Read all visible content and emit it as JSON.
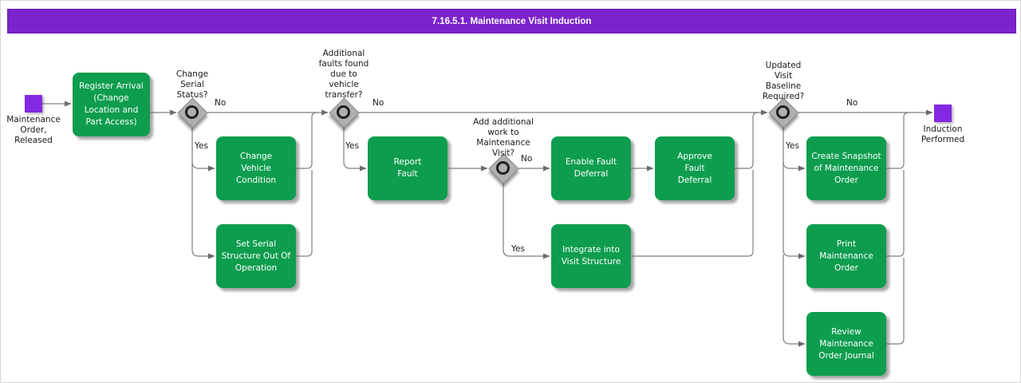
{
  "title": "7.16.5.1. Maintenance Visit Induction",
  "colors": {
    "title_bar_purple": "#7c23ce",
    "event_purple": "#8429e2",
    "activity_green": "#0e9d4e",
    "connector_gray": "#7f7f7f",
    "gateway_gray": "#b0b0b0"
  },
  "events": {
    "start": {
      "label": "Maintenance\nOrder,\nReleased"
    },
    "end": {
      "label": "Induction\nPerformed"
    }
  },
  "activities": {
    "register_arrival": {
      "label": "Register Arrival\n(Change\nLocation and\nPart Access)"
    },
    "change_vehicle_condition": {
      "label": "Change\nVehicle\nCondition"
    },
    "set_serial_structure": {
      "label": "Set Serial\nStructure Out Of\nOperation"
    },
    "report_fault": {
      "label": "Report\nFault"
    },
    "enable_fault_deferral": {
      "label": "Enable Fault\nDeferral"
    },
    "approve_fault_deferral": {
      "label": "Approve\nFault\nDeferral"
    },
    "integrate_into_visit_structure": {
      "label": "Integrate into\nVisit Structure"
    },
    "create_snapshot": {
      "label": "Create Snapshot\nof Maintenance\nOrder"
    },
    "print_maintenance_order": {
      "label": "Print\nMaintenance\nOrder"
    },
    "review_order_journal": {
      "label": "Review\nMaintenance\nOrder Journal"
    }
  },
  "gateways": {
    "change_serial_status": {
      "question": "Change\nSerial\nStatus?",
      "no_label": "No",
      "yes_label": "Yes"
    },
    "additional_faults_found": {
      "question": "Additional\nfaults found\ndue to\nvehicle\ntransfer?",
      "no_label": "No",
      "yes_label": "Yes"
    },
    "add_additional_work": {
      "question": "Add additional\nwork to\nMaintenance\nVisit?",
      "no_label": "No",
      "yes_label": "Yes"
    },
    "updated_visit_baseline": {
      "question": "Updated\nVisit\nBaseline\nRequired?",
      "no_label": "No",
      "yes_label": "Yes"
    }
  }
}
